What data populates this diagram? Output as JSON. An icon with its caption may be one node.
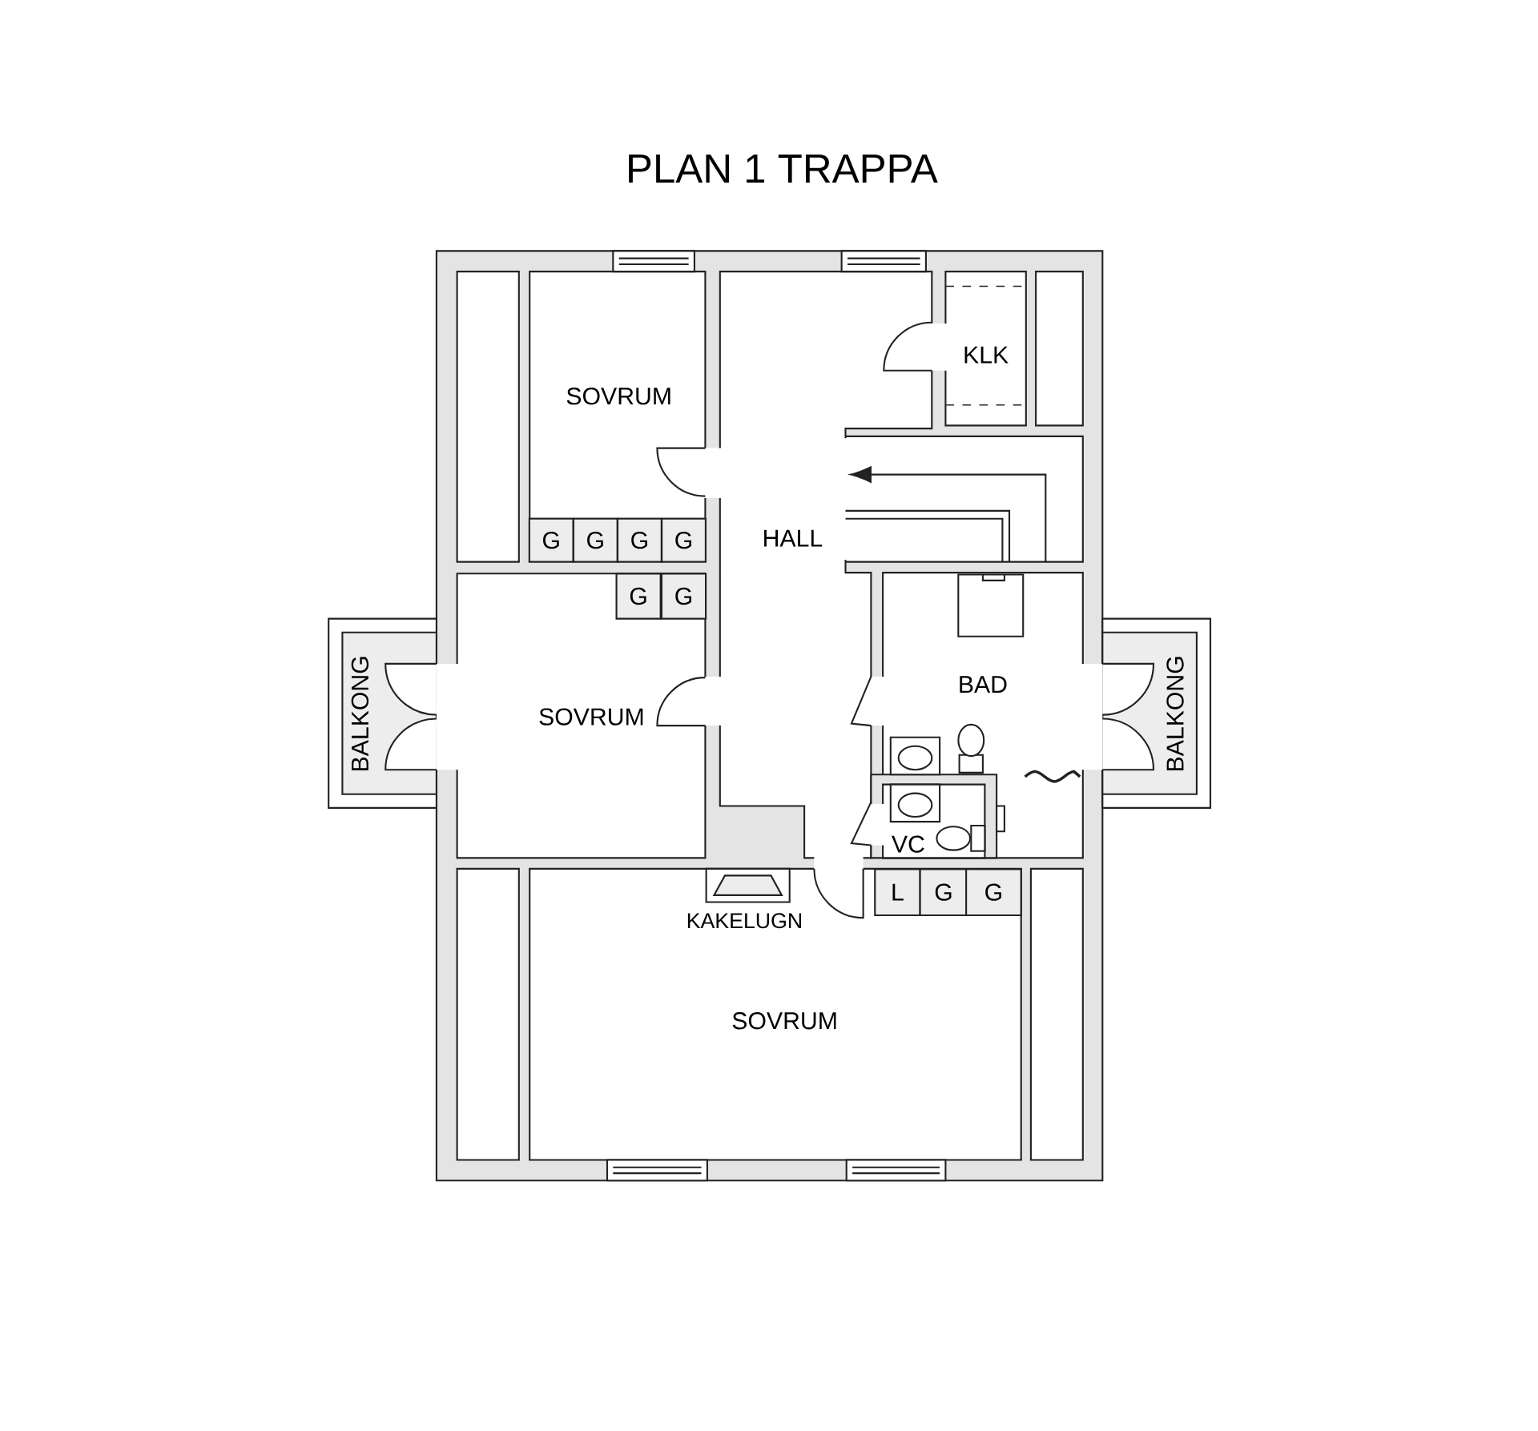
{
  "diagram": {
    "title": "PLAN 1 TRAPPA",
    "nodes": [
      {
        "text": [
          "G"
        ]
      },
      {
        "text": [
          "G"
        ]
      },
      {
        "text": [
          "G"
        ]
      },
      {
        "text": [
          "G"
        ]
      },
      {
        "text": [
          "G"
        ]
      },
      {
        "text": [
          "G"
        ]
      },
      {
        "text": [
          "L"
        ]
      },
      {
        "text": [
          "G"
        ]
      },
      {
        "text": [
          "G"
        ]
      }
    ],
    "labels": [
      "KLK",
      "SOVRUM",
      "HALL",
      "BAD",
      "BALKONG",
      "SOVRUM",
      "BALKONG",
      "VC",
      "KAKELUGN",
      "SOVRUM"
    ]
  }
}
